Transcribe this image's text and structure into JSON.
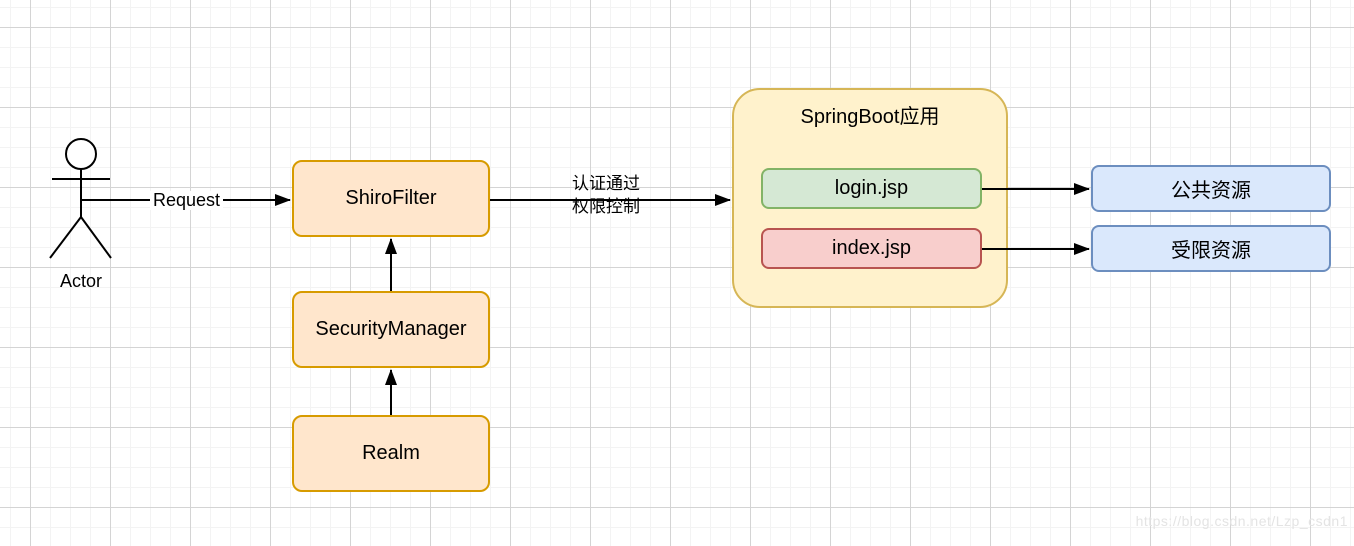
{
  "actor": {
    "label": "Actor"
  },
  "edges": {
    "request": {
      "label": "Request"
    },
    "auth": {
      "line1": "认证通过",
      "line2": "权限控制"
    }
  },
  "nodes": {
    "shiro_filter": {
      "label": "ShiroFilter"
    },
    "security_manager": {
      "label": "SecurityManager"
    },
    "realm": {
      "label": "Realm"
    }
  },
  "springboot": {
    "title": "SpringBoot应用",
    "children": {
      "login_jsp": {
        "label": "login.jsp"
      },
      "index_jsp": {
        "label": "index.jsp"
      }
    }
  },
  "resources": {
    "public": {
      "label": "公共资源"
    },
    "restricted": {
      "label": "受限资源"
    }
  },
  "watermark": {
    "text": "https://blog.csdn.net/Lzp_csdn1"
  },
  "colors": {
    "orange_fill": "#FFE6CC",
    "orange_border": "#D79B00",
    "yellow_fill": "#FFF2CC",
    "yellow_border": "#D6B656",
    "green_fill": "#D5E8D4",
    "green_border": "#82B366",
    "red_fill": "#F8CECC",
    "red_border": "#B85450",
    "blue_fill": "#DAE8FC",
    "blue_border": "#6C8EBF",
    "connector": "#000000"
  }
}
